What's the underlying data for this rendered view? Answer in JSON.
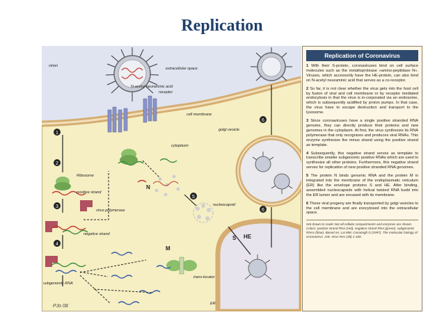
{
  "slide_title": "Replication",
  "figure": {
    "labels": {
      "virion": "virion",
      "extracellular_space": "extracellular space",
      "neuraminic_acid": "N-acetyl neuraminic acid",
      "receptor": "receptor",
      "cell_membrane": "cell membrane",
      "golgi_vesicle": "golgi vesicle",
      "cytoplasm": "cytoplasm",
      "ribosome": "Ribosome",
      "positive_strand": "positive strand",
      "virus_polymerase": "virus polymerase",
      "negative_strand": "negative strand",
      "subgenomic_rna": "subgenomic RNA",
      "nucleocapsid": "nucleocapsid",
      "n_protein": "N",
      "m_protein": "M",
      "s_protein": "S",
      "he_protein": "HE",
      "translocator": "trans-locator",
      "er": "ER",
      "signature": "PJo 08"
    },
    "step_markers": [
      "1",
      "2",
      "3",
      "4",
      "5",
      "6"
    ]
  },
  "panel": {
    "title": "Replication of Coronavirus",
    "steps": [
      {
        "num": "1",
        "text": "With their S-protein, coronaviruses bind on cell surface molecules such as the metalloprotease »amino-peptidase N«. Viruses, which accessorily have the HE-protein, can also bind on N-acetyl neuraminic acid that serves as a co-receptor."
      },
      {
        "num": "2",
        "text": "So far, it is not clear whether the virus gets into the host cell by fusion of viral and cell membrane or by receptor mediated endocytosis in that the virus is in-corporated via an endosome, which is subsequently acidified by proton pumps. In that case, the virus have to escape destruction and transport to the lysosome."
      },
      {
        "num": "3",
        "text": "Since coronaviruses have a single positive stranded RNA genome, they can directly produce their proteins and new genomes in the cytoplasm. At first, the virus synthesize its RNA polymerase that only recognizes and produces viral RNAs. This enzyme synthesize the minus strand using the positive strand as template."
      },
      {
        "num": "4",
        "text": "Subsequently, this negative strand serves as template to transcribe smaller subgenomic positive RNAs which are used to synthesize all other proteins. Furthermore, this negative strand serves for replication of new positive stranded RNA genomes."
      },
      {
        "num": "5",
        "text": "The protein N binds genomic RNA and the protein M is integrated into the membrane of the endoplasmatic reticulum (ER) like the envelope proteins S and HE. After binding, assembled nucleocapsids with helical twisted RNA budd into the ER lumen and are encased with its membrane."
      },
      {
        "num": "6",
        "text": "These viral progeny are finally transported by golgi vesicles to the cell membrane and are exocytosed into the extracellular space."
      }
    ],
    "footnote": "Not drawn to scale! Not all cellular compartments and enzymes are shown. Colors: positive strand RNA (red), negative strand RNA (green), subgenomic RNAs (blue). Based on: Lai MM, Cavanagh D (1997). The molecular biology of coronavirus. Adv. Virus Res (48) 1-100."
  },
  "colors": {
    "title": "#1f3f6b",
    "panel_header": "#2f4a6e",
    "extracellular": "#dfe4f0",
    "cytoplasm": "#f6efc4",
    "membrane": "#e8c89a",
    "positive_strand": "#c0392b",
    "negative_strand": "#3c8d3c",
    "subgenomic": "#3a5fa8"
  }
}
